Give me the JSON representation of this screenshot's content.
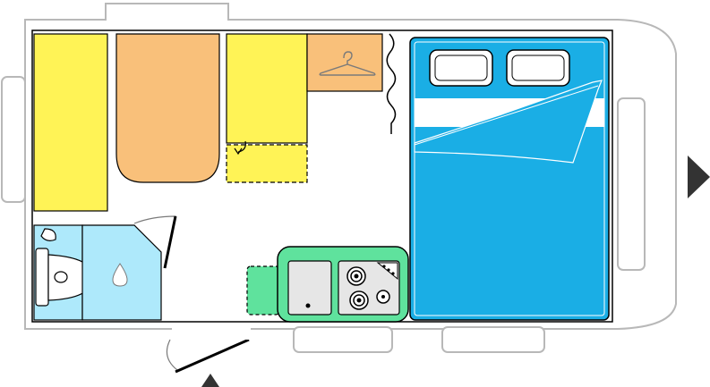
{
  "floorplan": {
    "colors": {
      "outline": "#000000",
      "shell": "#ffffff",
      "shell_stroke": "#b8b8b8",
      "seat_yellow": "#fff356",
      "table_orange": "#f9c07a",
      "wardrobe_orange": "#f9c07a",
      "bed_blue": "#1aaee5",
      "bathroom_blue": "#aee9fb",
      "kitchen_green": "#5fe29d",
      "pillow_white": "#ffffff"
    },
    "zones": [
      {
        "id": "seat-left",
        "color_key": "seat_yellow"
      },
      {
        "id": "dining-table",
        "color_key": "table_orange"
      },
      {
        "id": "seat-right",
        "color_key": "seat_yellow"
      },
      {
        "id": "seat-extension-dashed",
        "color_key": "seat_yellow"
      },
      {
        "id": "wardrobe",
        "color_key": "wardrobe_orange",
        "icon": "hanger-icon"
      },
      {
        "id": "curtain",
        "icon": "curtain-wave-icon"
      },
      {
        "id": "double-bed",
        "color_key": "bed_blue",
        "pillows": 2
      },
      {
        "id": "toilet-room",
        "color_key": "bathroom_blue",
        "icons": [
          "toilet-icon",
          "sink-icon"
        ]
      },
      {
        "id": "shower",
        "color_key": "bathroom_blue",
        "icon": "water-drop-icon"
      },
      {
        "id": "kitchen-block",
        "color_key": "kitchen_green",
        "icons": [
          "kitchen-sink-icon",
          "stove-burner-icon",
          "stove-burner-icon",
          "control-knobs-icon"
        ]
      },
      {
        "id": "kitchen-extension-dashed",
        "color_key": "kitchen_green"
      },
      {
        "id": "entrance-door",
        "icon": "door-swing-icon"
      }
    ],
    "markers": [
      {
        "id": "entrance-arrow",
        "icon": "triangle-up-icon"
      },
      {
        "id": "drawbar-direction-arrow",
        "icon": "triangle-right-icon"
      }
    ]
  }
}
